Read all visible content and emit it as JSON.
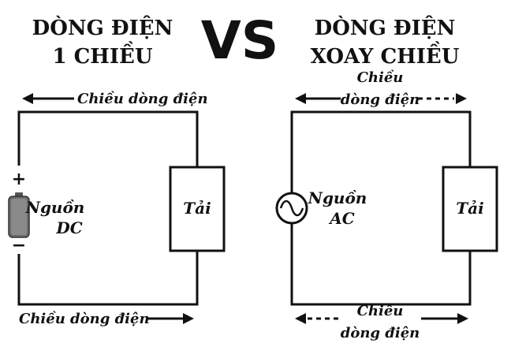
{
  "titles": {
    "dc_line1": "DÒNG ĐIỆN",
    "dc_line2": "1 CHIỀU",
    "vs": "VS",
    "ac_line1": "DÒNG ĐIỆN",
    "ac_line2": "XOAY CHIỀU"
  },
  "dc": {
    "current_top": "Chiều dòng điện",
    "current_bottom": "Chiều dòng điện",
    "plus": "+",
    "minus": "−",
    "source_line1": "Nguồn",
    "source_line2": "DC",
    "load": "Tải"
  },
  "ac": {
    "current_top_line1": "Chiều",
    "current_top_line2": "dòng điện",
    "current_bottom_line1": "Chiều",
    "current_bottom_line2": "dòng điện",
    "source_line1": "Nguồn",
    "source_line2": "AC",
    "load": "Tải"
  }
}
